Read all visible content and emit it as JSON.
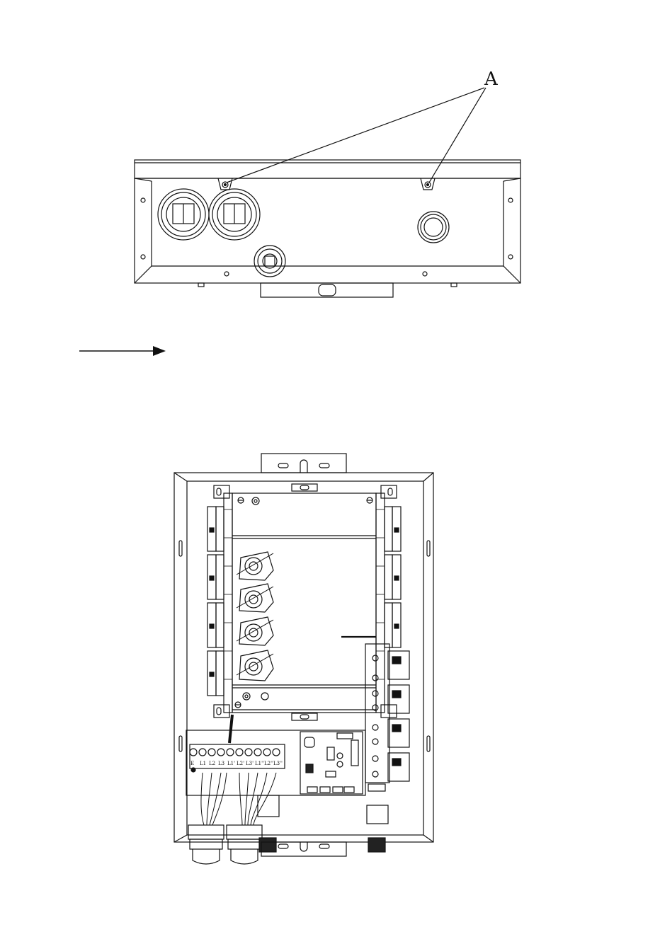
{
  "diagram": {
    "callout_label": "A",
    "terminal_labels": [
      "E",
      "L1",
      "L2",
      "L3",
      "L1'",
      "L2'",
      "L3'",
      "L1''",
      "L2''",
      "L3''"
    ]
  },
  "colors": {
    "line": "#111111",
    "background": "#ffffff",
    "shade": "#222222"
  }
}
